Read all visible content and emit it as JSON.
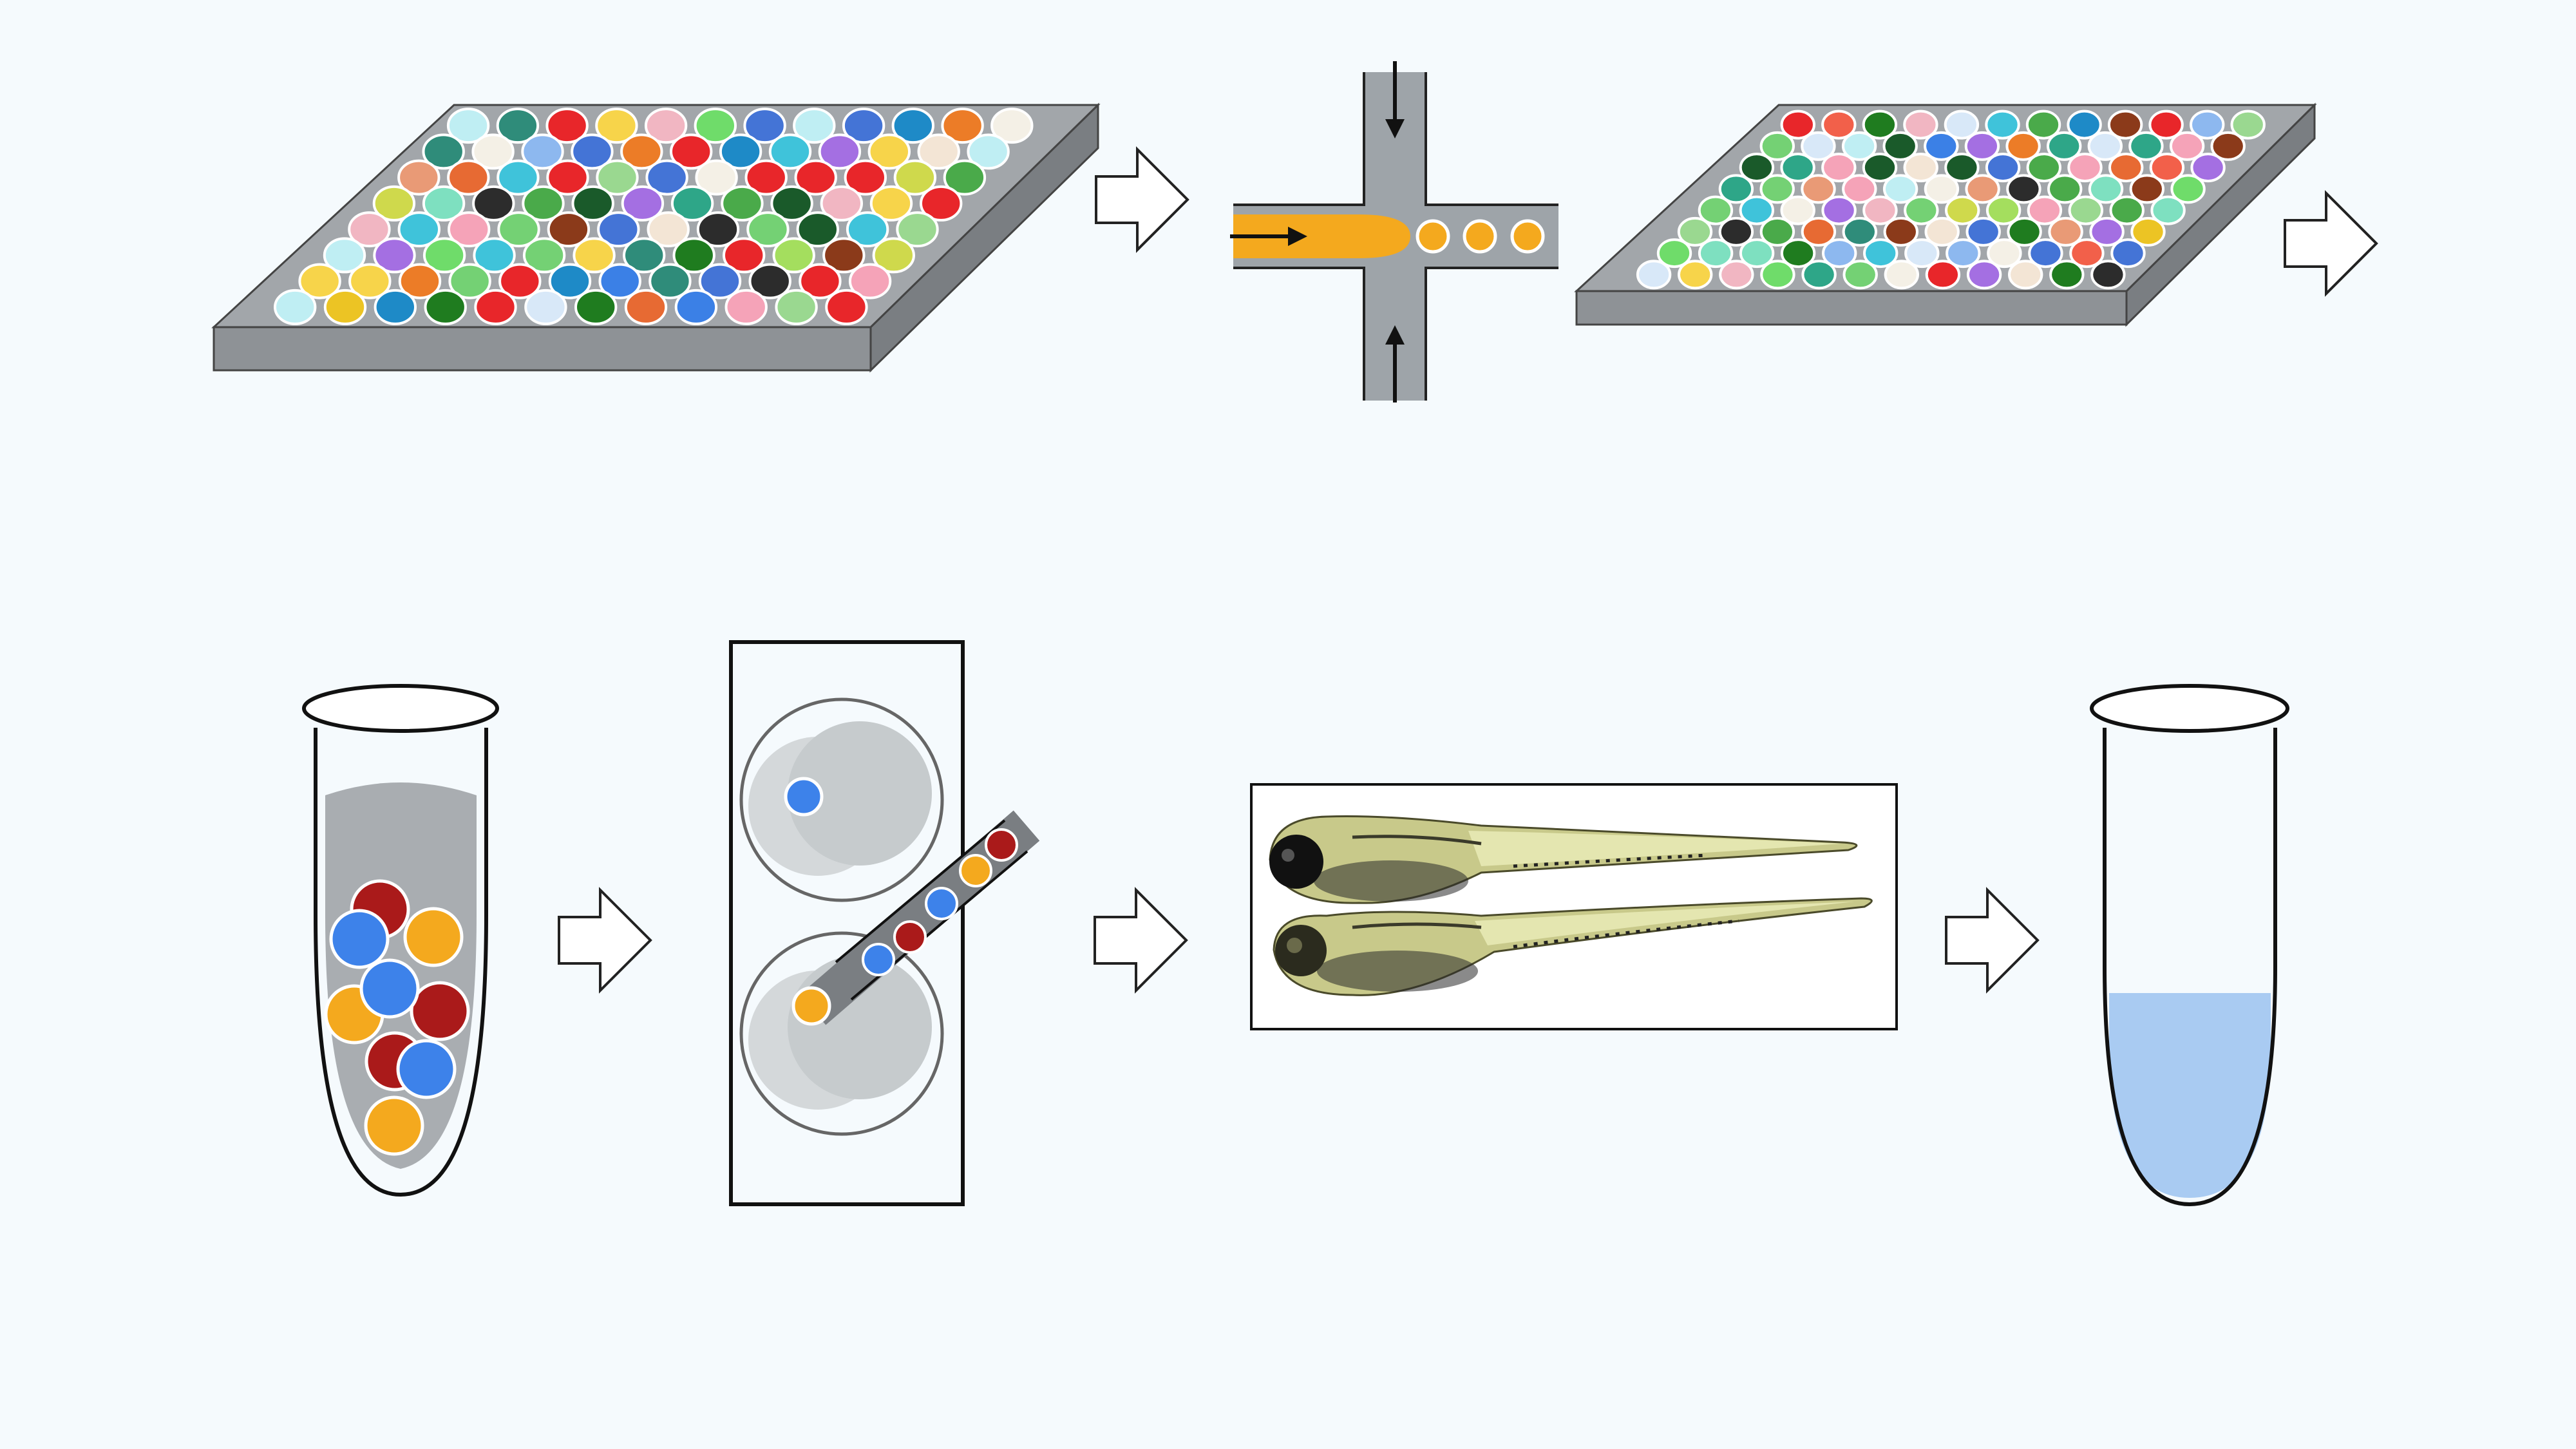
{
  "figure": {
    "description_role": "workflow-diagram",
    "steps": [
      {
        "id": "source-plate",
        "kind": "well-plate"
      },
      {
        "id": "droplet-generator",
        "kind": "microfluidic-junction"
      },
      {
        "id": "droplet-plate",
        "kind": "well-plate"
      },
      {
        "id": "pooled-tube",
        "kind": "tube"
      },
      {
        "id": "injection-dish",
        "kind": "dish"
      },
      {
        "id": "larvae-panel",
        "kind": "image"
      },
      {
        "id": "final-tube",
        "kind": "tube"
      }
    ]
  },
  "colors": {
    "background": "#f5fafd",
    "plate_top": "#a2a6aa",
    "plate_front": "#8e9296",
    "plate_side": "#7a7e82",
    "channel": "#9ea4a9",
    "orange": "#f4a91e",
    "tube_fill": "#a9adb1",
    "liquid": "#a9cbf2",
    "well_palette": [
      "#74d174",
      "#9ad890",
      "#f7d44a",
      "#2f8c7a",
      "#3fc3da",
      "#ec7c27",
      "#f2604a",
      "#f3e5d5",
      "#cfd94c",
      "#6fdc6a",
      "#a4de5e",
      "#a46fe2",
      "#2ea688",
      "#8db8ef",
      "#e8262a",
      "#bfeef3",
      "#3b80e6",
      "#1e8ac7",
      "#f1b6c2",
      "#e99a76",
      "#1f7c1f",
      "#4474d6",
      "#8b3a1a",
      "#4aaa4a",
      "#e76a33",
      "#ecc424",
      "#1a5a2a",
      "#7ee0c0",
      "#f5a3b8",
      "#2c2c2c",
      "#f4f0e6",
      "#d8e8f8"
    ]
  },
  "icons": [
    "right-arrow-icon",
    "flow-arrow-icon"
  ]
}
